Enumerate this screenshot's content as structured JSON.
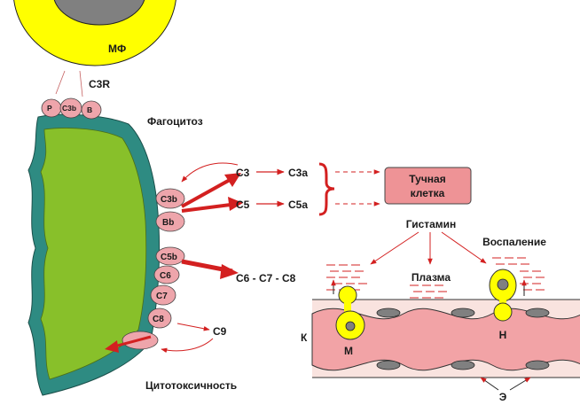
{
  "labels": {
    "macrophage": "МФ",
    "receptor": "C3R",
    "phagocytosis": "Фагоцитоз",
    "bound_p": "P",
    "bound_c3b": "C3b",
    "bound_b": "B",
    "c3b": "C3b",
    "bb": "Bb",
    "c5b": "C5b",
    "c6": "C6",
    "c7": "C7",
    "c8": "C8",
    "c3": "C3",
    "c3a": "C3a",
    "c5": "C5",
    "c5a": "C5a",
    "c6_c8": "C6 - C7 - C8",
    "c9": "C9",
    "mast_cell_line1": "Тучная",
    "mast_cell_line2": "клетка",
    "histamine": "Гистамин",
    "plasma": "Плазма",
    "inflammation": "Воспаление",
    "cytotoxicity": "Цитотоксичность",
    "vessel": "К",
    "monocyte": "М",
    "neutrophil": "Н",
    "endothelium": "Э"
  },
  "colors": {
    "macrophage_yellow": "#ffff00",
    "nucleus_gray": "#808080",
    "bacterium_green": "#88c02a",
    "membrane_teal": "#2e8b82",
    "complement_pink": "#eea5ab",
    "mast_cell_pink": "#ee9396",
    "arrow_red": "#d32020",
    "vessel_pink": "#f2a3a6",
    "wall_pale": "#f9e3df"
  }
}
